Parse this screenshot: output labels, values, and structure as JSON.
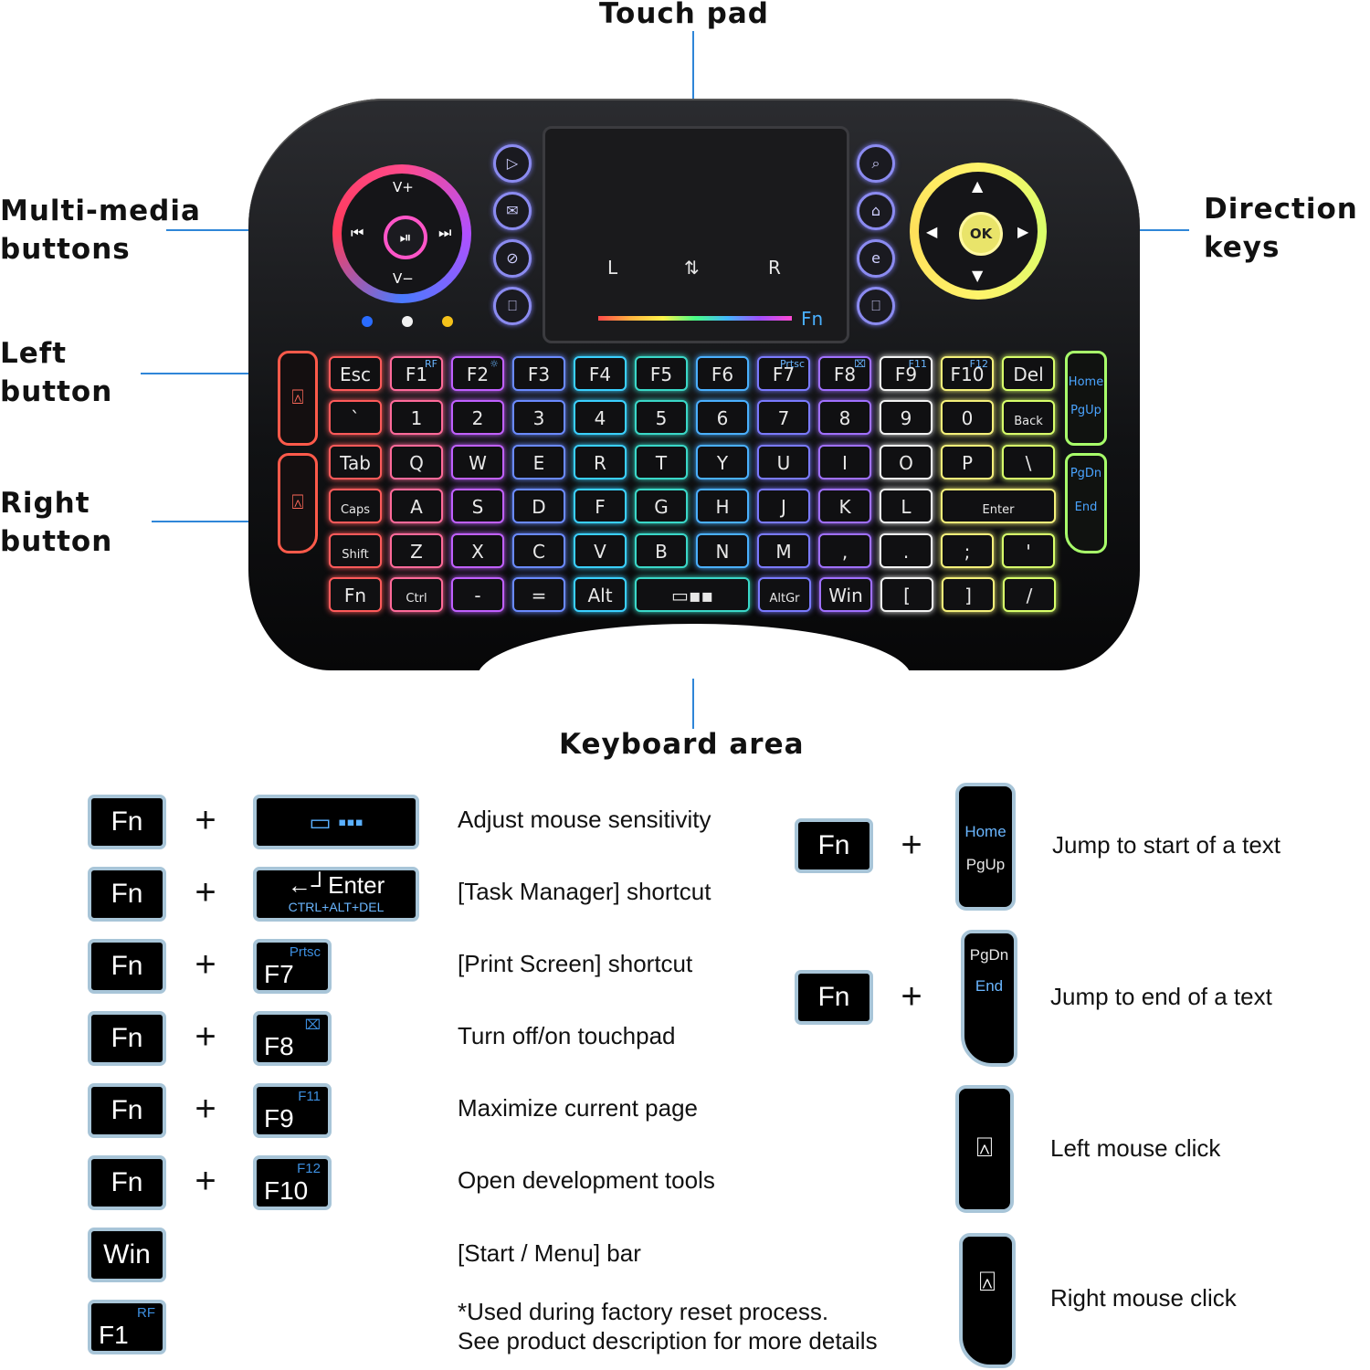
{
  "callouts": {
    "touch_pad": "Touch pad",
    "multimedia_1": "Multi-media",
    "multimedia_2": "buttons",
    "direction_1": "Direction",
    "direction_2": "keys",
    "left_1": "Left",
    "left_2": "button",
    "right_1": "Right",
    "right_2": "button",
    "keyboard_area": "Keyboard area"
  },
  "keyboard": {
    "dpad_left": {
      "up": "V+",
      "down": "V−",
      "center": "⏯",
      "left": "⏮",
      "right": "⏭"
    },
    "dpad_right": {
      "center": "OK",
      "up": "▲",
      "down": "▼",
      "left": "◀",
      "right": "▶"
    },
    "touchpad": {
      "l": "L",
      "mid": "⇅",
      "r": "R",
      "fn": "Fn"
    },
    "rows": [
      [
        "Esc",
        "F1",
        "F2",
        "F3",
        "F4",
        "F5",
        "F6",
        "F7",
        "F8",
        "F9",
        "F10",
        "Del"
      ],
      [
        "`",
        "1",
        "2",
        "3",
        "4",
        "5",
        "6",
        "7",
        "8",
        "9",
        "0",
        "Back"
      ],
      [
        "Tab",
        "Q",
        "W",
        "E",
        "R",
        "T",
        "Y",
        "U",
        "I",
        "O",
        "P",
        "\\"
      ],
      [
        "Caps",
        "A",
        "S",
        "D",
        "F",
        "G",
        "H",
        "J",
        "K",
        "L",
        "Enter"
      ],
      [
        "Shift",
        "Z",
        "X",
        "C",
        "V",
        "B",
        "N",
        "M",
        ",",
        ".",
        ";",
        "'"
      ],
      [
        "Fn",
        "Ctrl",
        "-",
        "=",
        "Alt",
        "▭▪▪",
        "AltGr",
        "Win",
        "[",
        "]",
        "/"
      ]
    ],
    "row0_sub": [
      "",
      "RF",
      "☼",
      "",
      "",
      "",
      "",
      "Prtsc",
      "⌧",
      "F11",
      "F12",
      ""
    ],
    "right_keys": {
      "home": "Home",
      "pgup": "PgUp",
      "pgdn": "PgDn",
      "end": "End"
    }
  },
  "legend": {
    "fn": "Fn",
    "plus": "+",
    "items": [
      {
        "key": "▭ ▪▪▪",
        "desc": "Adjust mouse sensitivity"
      },
      {
        "key": "←┘Enter",
        "sub": "CTRL+ALT+DEL",
        "desc": "[Task Manager] shortcut"
      },
      {
        "key": "F7",
        "sub": "Prtsc",
        "desc": "[Print Screen] shortcut"
      },
      {
        "key": "F8",
        "sub": "⌧",
        "desc": "Turn off/on touchpad"
      },
      {
        "key": "F9",
        "sub": "F11",
        "desc": "Maximize current page"
      },
      {
        "key": "F10",
        "sub": "F12",
        "desc": "Open development tools"
      }
    ],
    "win": {
      "key": "Win",
      "desc": "[Start / Menu] bar"
    },
    "f1": {
      "key": "F1",
      "sub": "RF",
      "desc1": "*Used during factory reset process.",
      "desc2": "See product description for more details"
    },
    "home": {
      "label1": "Home",
      "label2": "PgUp",
      "desc": "Jump to start of a text"
    },
    "end": {
      "label1": "PgDn",
      "label2": "End",
      "desc": "Jump to end of a text"
    },
    "left_click": {
      "desc": "Left mouse click"
    },
    "right_click": {
      "desc": "Right mouse click"
    }
  }
}
